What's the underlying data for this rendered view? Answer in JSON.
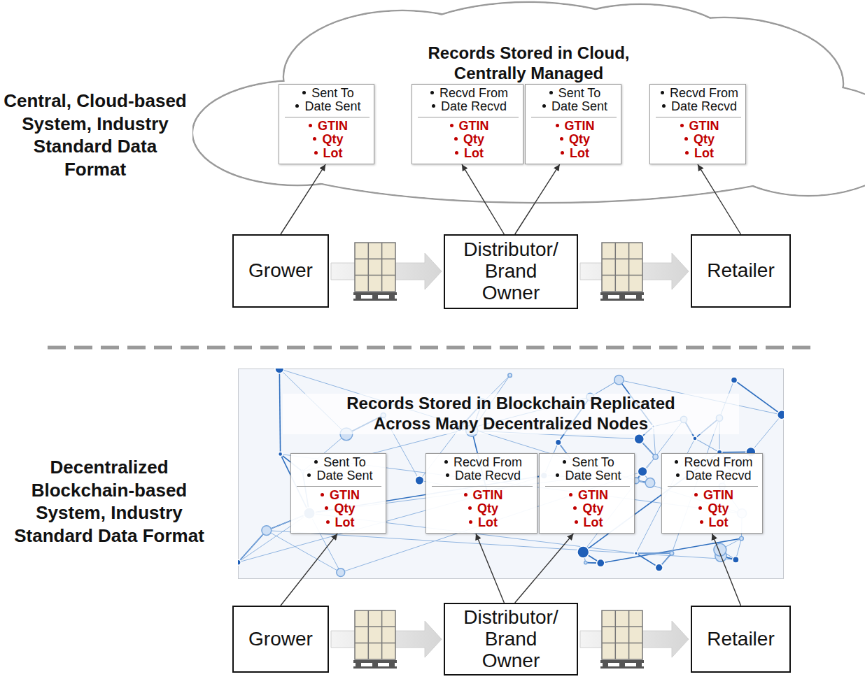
{
  "diagram": {
    "nodes": [
      {
        "text": [
          "Records Stored in Cloud, Centrally Managed"
        ]
      },
      {
        "text": [
          "Sent To",
          "Date Sent",
          "GTIN",
          "Qty",
          "Lot"
        ],
        "in": 0
      },
      {
        "text": [
          "Recvd From",
          "Date Recvd",
          "GTIN",
          "Qty",
          "Lot"
        ],
        "in": 0
      },
      {
        "text": [
          "Sent To",
          "Date Sent",
          "GTIN",
          "Qty",
          "Lot"
        ],
        "in": 0
      },
      {
        "text": [
          "Recvd From",
          "Date Recvd",
          "GTIN",
          "Qty",
          "Lot"
        ],
        "in": 0
      },
      {
        "text": [
          "Grower"
        ]
      },
      {
        "text": [
          "Distributor/ Brand Owner"
        ]
      },
      {
        "text": [
          "Retailer"
        ]
      },
      {
        "text": [
          "Records Stored in Blockchain Replicated Across Many Decentralized Nodes"
        ]
      },
      {
        "text": [
          "Sent To",
          "Date Sent",
          "GTIN",
          "Qty",
          "Lot"
        ],
        "in": 8
      },
      {
        "text": [
          "Recvd From",
          "Date Recvd",
          "GTIN",
          "Qty",
          "Lot"
        ],
        "in": 8
      },
      {
        "text": [
          "Sent To",
          "Date Sent",
          "GTIN",
          "Qty",
          "Lot"
        ],
        "in": 8
      },
      {
        "text": [
          "Recvd From",
          "Date Recvd",
          "GTIN",
          "Qty",
          "Lot"
        ],
        "in": 8
      },
      {
        "text": [
          "Grower"
        ]
      },
      {
        "text": [
          "Distributor/ Brand Owner"
        ]
      },
      {
        "text": [
          "Retailer"
        ]
      }
    ],
    "edges": [
      {
        "from": 5,
        "to": 6,
        "arrow": "to"
      },
      {
        "from": 6,
        "to": 7,
        "arrow": "to"
      },
      {
        "from": 5,
        "to": 1,
        "arrow": "to"
      },
      {
        "from": 6,
        "to": 2,
        "arrow": "to"
      },
      {
        "from": 6,
        "to": 3,
        "arrow": "to"
      },
      {
        "from": 7,
        "to": 4,
        "arrow": "to"
      },
      {
        "from": 13,
        "to": 14,
        "arrow": "to"
      },
      {
        "from": 14,
        "to": 15,
        "arrow": "to"
      },
      {
        "from": 13,
        "to": 9,
        "arrow": "to"
      },
      {
        "from": 14,
        "to": 10,
        "arrow": "to"
      },
      {
        "from": 14,
        "to": 11,
        "arrow": "to"
      },
      {
        "from": 15,
        "to": 12,
        "arrow": "to"
      }
    ],
    "labels": [
      "Central, Cloud-based System, Industry Standard Data Format",
      "Decentralized Blockchain-based System, Industry Standard Data Format"
    ]
  }
}
